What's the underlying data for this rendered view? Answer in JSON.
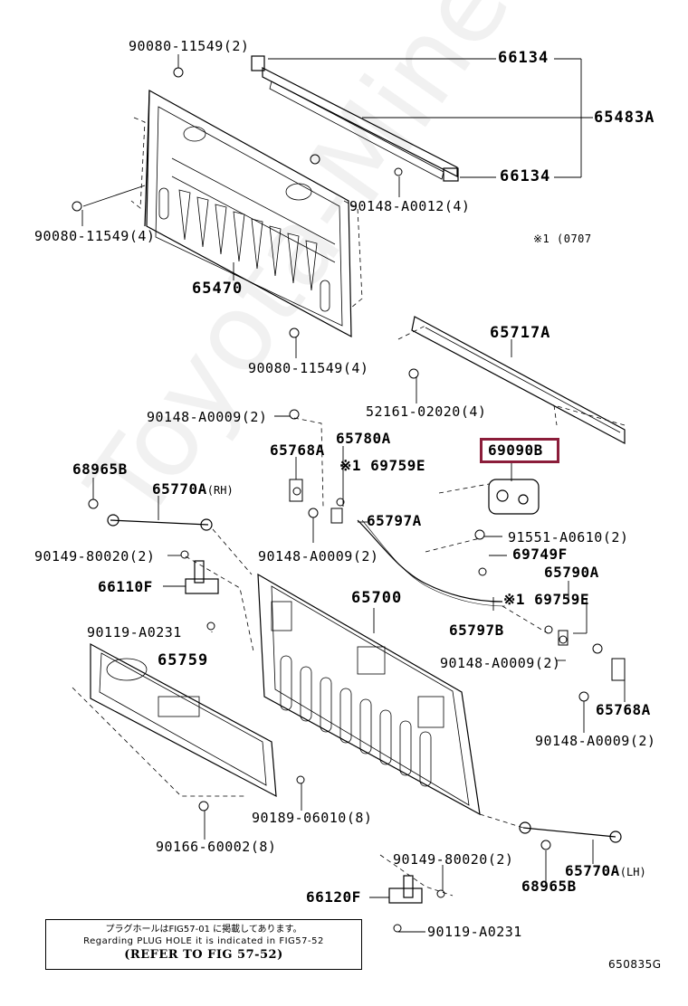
{
  "watermark": "Toyota-Mine.ru",
  "figure_code": "650835G",
  "production_note": "※1 (0707",
  "labels": {
    "p90080_11549_top": "90080-11549(2)",
    "p66134_top": "66134",
    "p65483A": "65483A",
    "p66134_bottom": "66134",
    "p90148_A0012": "90148-A0012(4)",
    "p90080_11549_left": "90080-11549(4)",
    "p65470": "65470",
    "p90080_11549_bottom": "90080-11549(4)",
    "p65717A": "65717A",
    "p52161_02020": "52161-02020(4)",
    "p90148_A0009_a": "90148-A0009(2)",
    "p65768A_left": "65768A",
    "p65780A": "65780A",
    "p69759E_top": "※1 69759E",
    "p69090B": "69090B",
    "p68965B_top": "68965B",
    "p65770A_rh": "65770A",
    "p65770A_rh_sfx": "(RH)",
    "p65797A": "65797A",
    "p91551_A0610": "91551-A0610(2)",
    "p90149_80020_top": "90149-80020(2)",
    "p90148_A0009_b": "90148-A0009(2)",
    "p69749F": "69749F",
    "p66110F": "66110F",
    "p65700": "65700",
    "p65790A": "65790A",
    "p69759E_bottom": "※1 69759E",
    "p90119_A0231_top": "90119-A0231",
    "p65797B": "65797B",
    "p65759": "65759",
    "p90148_A0009_c": "90148-A0009(2)",
    "p65768A_right": "65768A",
    "p90148_A0009_d": "90148-A0009(2)",
    "p90189_06010": "90189-06010(8)",
    "p90166_60002": "90166-60002(8)",
    "p90149_80020_bottom": "90149-80020(2)",
    "p65770A_lh": "65770A",
    "p65770A_lh_sfx": "(LH)",
    "p68965B_bottom": "68965B",
    "p66120F": "66120F",
    "p90119_A0231_bottom": "90119-A0231"
  },
  "note": {
    "japanese": "プラグホールはFIG57-01 に掲載してあります。",
    "english": "Regarding PLUG HOLE  it is indicated in FIG57-52",
    "refer": "(REFER TO FIG 57-52)"
  },
  "colors": {
    "highlight": "#8b1d3a",
    "ink": "#000000"
  }
}
